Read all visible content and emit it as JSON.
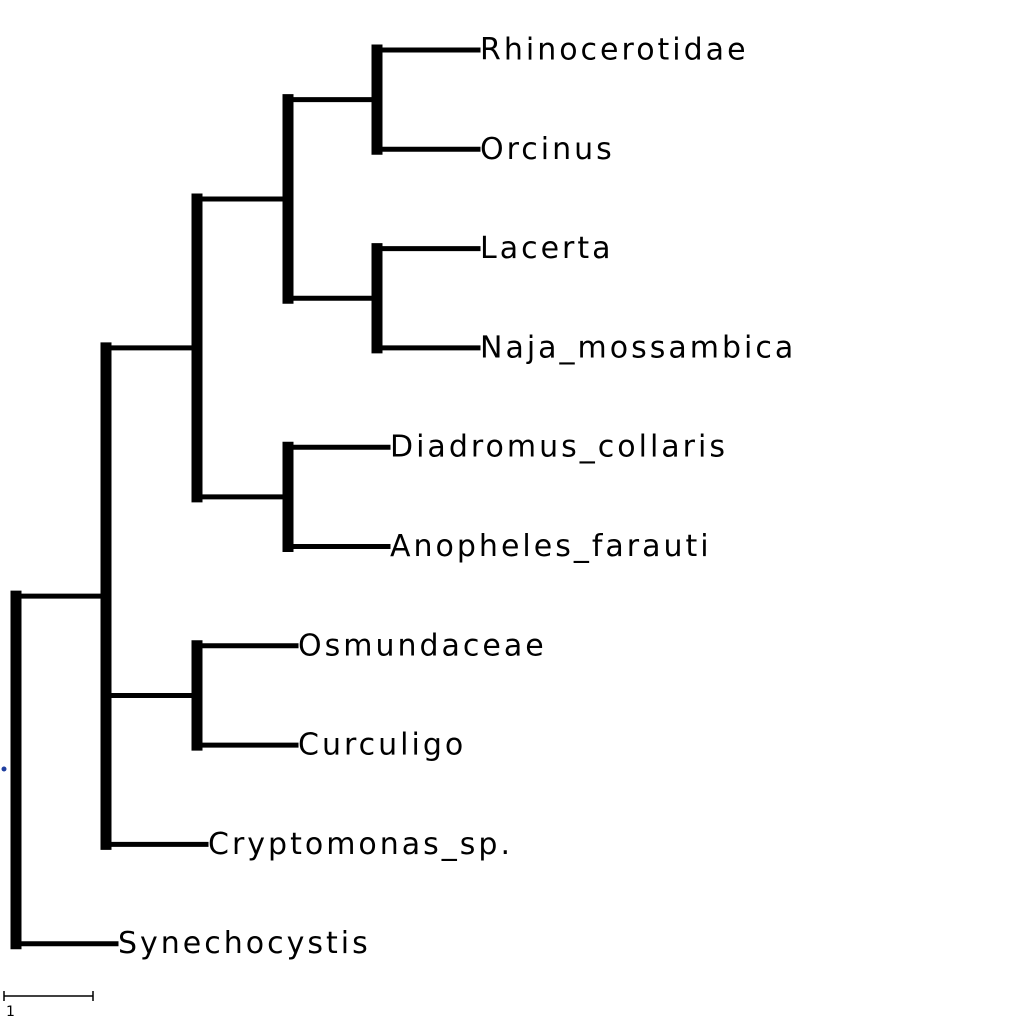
{
  "tree": {
    "leaves": [
      "Rhinocerotidae",
      "Orcinus",
      "Lacerta",
      "Naja_mossambica",
      "Diadromus_collaris",
      "Anopheles_farauti",
      "Osmundaceae",
      "Curculigo",
      "Cryptomonas_sp.",
      "Synechocystis"
    ],
    "scale_bar_label": "1",
    "colors": {
      "branch": "#000000",
      "root_marker": "#1f3f9f"
    }
  }
}
